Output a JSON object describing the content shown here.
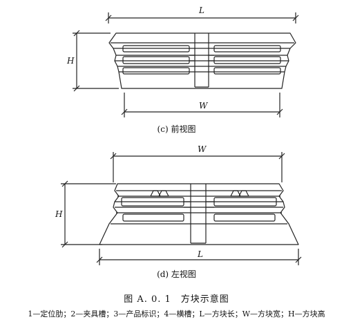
{
  "front_view": {
    "caption": "(c) 前视图",
    "dim_L": "L",
    "dim_H": "H",
    "dim_W": "W"
  },
  "left_view": {
    "caption": "(d) 左视图",
    "dim_W": "W",
    "dim_H": "H",
    "dim_L": "L"
  },
  "figure": {
    "title": "图 A. 0. 1　方块示意图",
    "legend": "1—定位肋；2—夹具槽；3—产品标识；4—横槽；L—方块长；W—方块宽；H—方块高"
  }
}
